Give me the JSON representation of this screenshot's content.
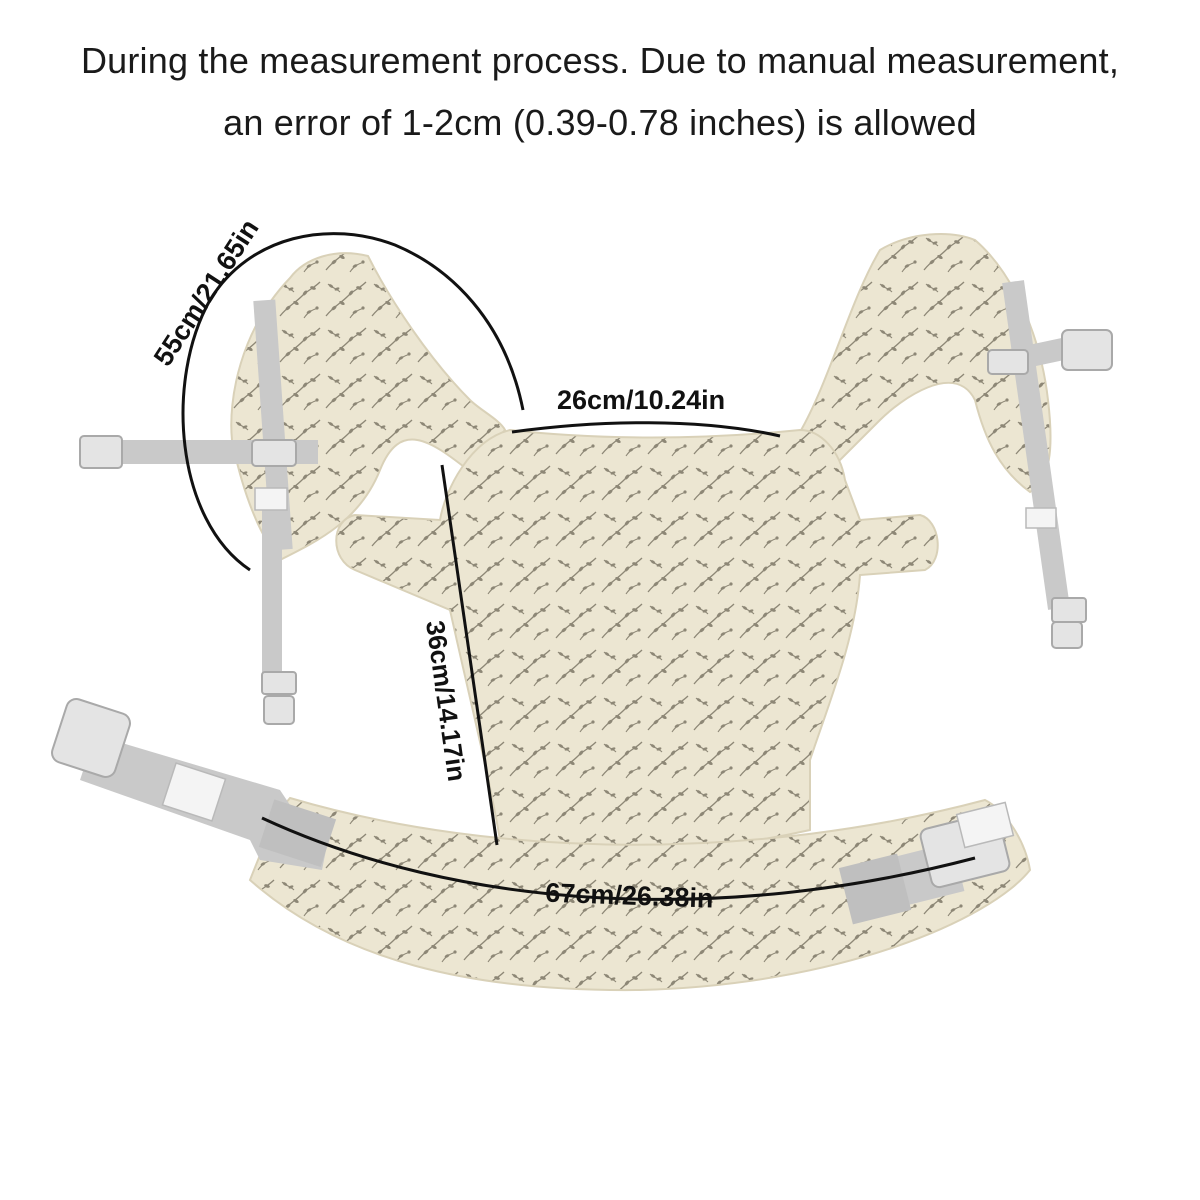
{
  "header": {
    "line1": "During the measurement process. Due to manual measurement,",
    "line2": "an error of 1-2cm (0.39-0.78 inches) is allowed"
  },
  "measurements": {
    "strap_length": "55cm/21.65in",
    "top_width": "26cm/10.24in",
    "panel_height": "36cm/14.17in",
    "waist_belt_length": "67cm/26.38in"
  },
  "colors": {
    "fabric": "#ece6d2",
    "fabric_edge": "#d9d1b8",
    "print": "#8d8776",
    "webbing": "#c9c9c9",
    "buckle": "#e4e4e4",
    "line": "#111111"
  }
}
